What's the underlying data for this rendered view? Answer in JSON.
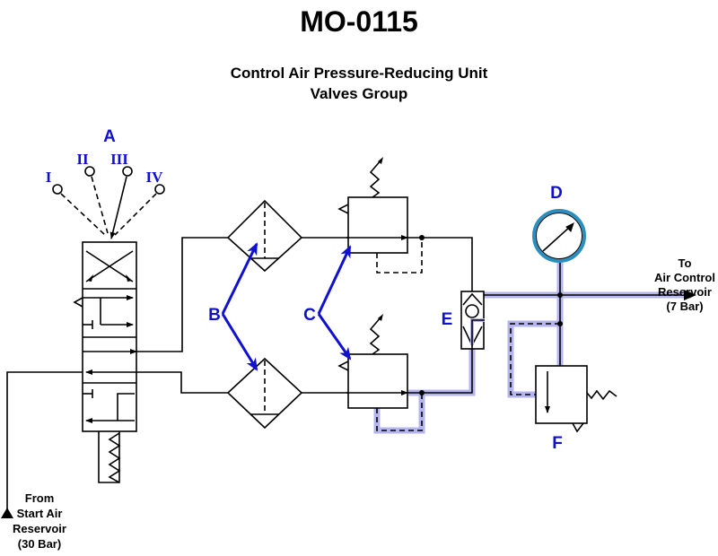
{
  "header": {
    "title": "MO-0115",
    "subtitle_line1": "Control Air Pressure-Reducing Unit",
    "subtitle_line2": "Valves Group"
  },
  "components": {
    "A": {
      "label": "A",
      "positions": [
        "I",
        "II",
        "III",
        "IV"
      ],
      "active_position": "III"
    },
    "B": {
      "label": "B"
    },
    "C": {
      "label": "C"
    },
    "D": {
      "label": "D"
    },
    "E": {
      "label": "E"
    },
    "F": {
      "label": "F"
    }
  },
  "outlet": {
    "line1": "To",
    "line2": "Air Control",
    "line3": "Reservoir",
    "line4": "(7 Bar)"
  },
  "inlet": {
    "line1": "From",
    "line2": "Start Air",
    "line3": "Reservoir",
    "line4": "(30 Bar)"
  },
  "colors": {
    "label_blue": "#1010d0",
    "highlight": "#b4b4f0",
    "gauge_ring": "#2a8fc0"
  }
}
